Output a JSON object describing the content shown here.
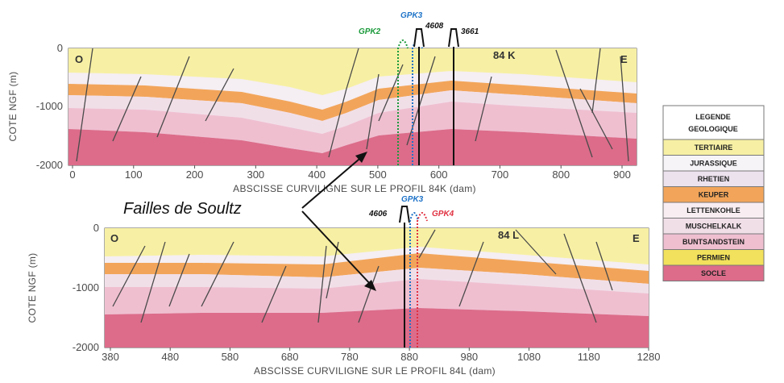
{
  "top_section": {
    "profile_label": "84 K",
    "west": "O",
    "east": "E",
    "ylabel": "COTE NGF (m)",
    "xlabel": "ABSCISSE CURVILIGNE SUR LE PROFIL 84K (dam)",
    "yticks": [
      "0",
      "-1000",
      "-2000"
    ],
    "xticks": [
      "0",
      "100",
      "200",
      "300",
      "400",
      "500",
      "600",
      "700",
      "800",
      "900"
    ],
    "wells": [
      {
        "name": "GPK2",
        "color": "#1a9a3a"
      },
      {
        "name": "GPK3",
        "color": "#1e73c8"
      },
      {
        "name": "4608",
        "color": "#111111"
      },
      {
        "name": "3661",
        "color": "#111111"
      }
    ]
  },
  "bottom_section": {
    "profile_label": "84 L",
    "west": "O",
    "east": "E",
    "ylabel": "COTE NGF (m)",
    "xlabel": "ABSCISSE CURVILIGNE SUR LE PROFIL 84L (dam)",
    "yticks": [
      "0",
      "-1000",
      "-2000"
    ],
    "xticks": [
      "380",
      "480",
      "580",
      "680",
      "780",
      "880",
      "980",
      "1080",
      "1180",
      "1280"
    ],
    "wells": [
      {
        "name": "4606",
        "color": "#111111"
      },
      {
        "name": "GPK3",
        "color": "#1e73c8"
      },
      {
        "name": "GPK4",
        "color": "#e03040"
      }
    ]
  },
  "annotation": "Failles de Soultz",
  "legend": {
    "title_line1": "LEGENDE",
    "title_line2": "GEOLOGIQUE",
    "items": [
      {
        "label": "TERTIAIRE",
        "color": "#f7f0a4"
      },
      {
        "label": "JURASSIQUE",
        "color": "#f7f4f8"
      },
      {
        "label": "RHETIEN",
        "color": "#ece2ee"
      },
      {
        "label": "KEUPER",
        "color": "#f2a55a"
      },
      {
        "label": "LETTENKOHLE",
        "color": "#f8eef2"
      },
      {
        "label": "MUSCHELKALK",
        "color": "#f1dfe8"
      },
      {
        "label": "BUNTSANDSTEIN",
        "color": "#efbfd0"
      },
      {
        "label": "PERMIEN",
        "color": "#f2e15c"
      },
      {
        "label": "SOCLE",
        "color": "#dc6c8a"
      }
    ]
  }
}
